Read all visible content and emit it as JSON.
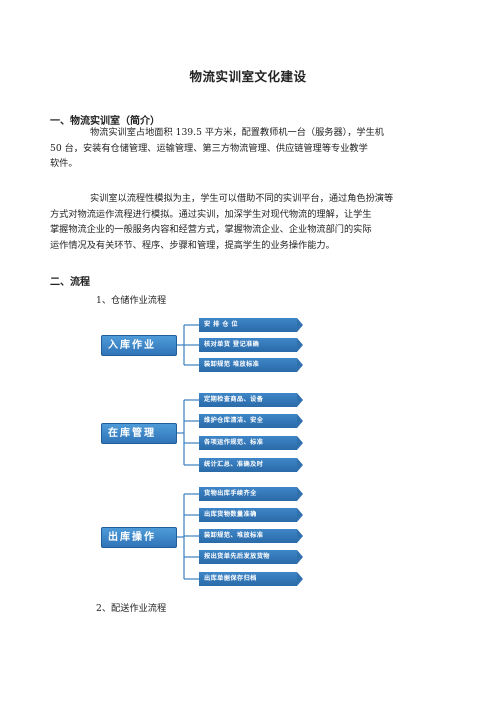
{
  "title": "物流实训室文化建设",
  "section1": {
    "heading": "一、物流实训室（简介）",
    "para1": [
      "物流实训室占地面积 139.5 平方米，配置教师机一台（服务器），学生机",
      "50 台，安装有仓储管理、运输管理、第三方物流管理、供应链管理等专业教学",
      "软件。"
    ],
    "para2": [
      "实训室以流程性模拟为主，学生可以借助不同的实训平台，通过角色扮演等",
      "方式对物流运作流程进行模拟。通过实训，加深学生对现代物流的理解，让学生",
      "掌握物流企业的一般服务内容和经营方式，掌握物流企业、企业物流部门的实际",
      "运作情况及有关环节、程序、步骤和管理，提高学生的业务操作能力。"
    ]
  },
  "section2": {
    "heading": "二、流程",
    "sub1": "1、仓储作业流程",
    "sub2": "2、配送作业流程"
  },
  "diagram": {
    "groups": [
      {
        "name": "入库作业",
        "items": [
          "安 排 仓 位",
          "核对单货  登记准确",
          "装卸规范  堆放标准"
        ]
      },
      {
        "name": "在库管理",
        "items": [
          "定期检查商品、设备",
          "维护仓库清洁、安全",
          "各项运作规范、标准",
          "统计汇总、准确及时"
        ]
      },
      {
        "name": "出库操作",
        "items": [
          "货物出库手续齐全",
          "出库货物数量准确",
          "装卸规范、堆放标准",
          "按出货单先后发放货物",
          "出库单据保存归档"
        ]
      }
    ]
  }
}
